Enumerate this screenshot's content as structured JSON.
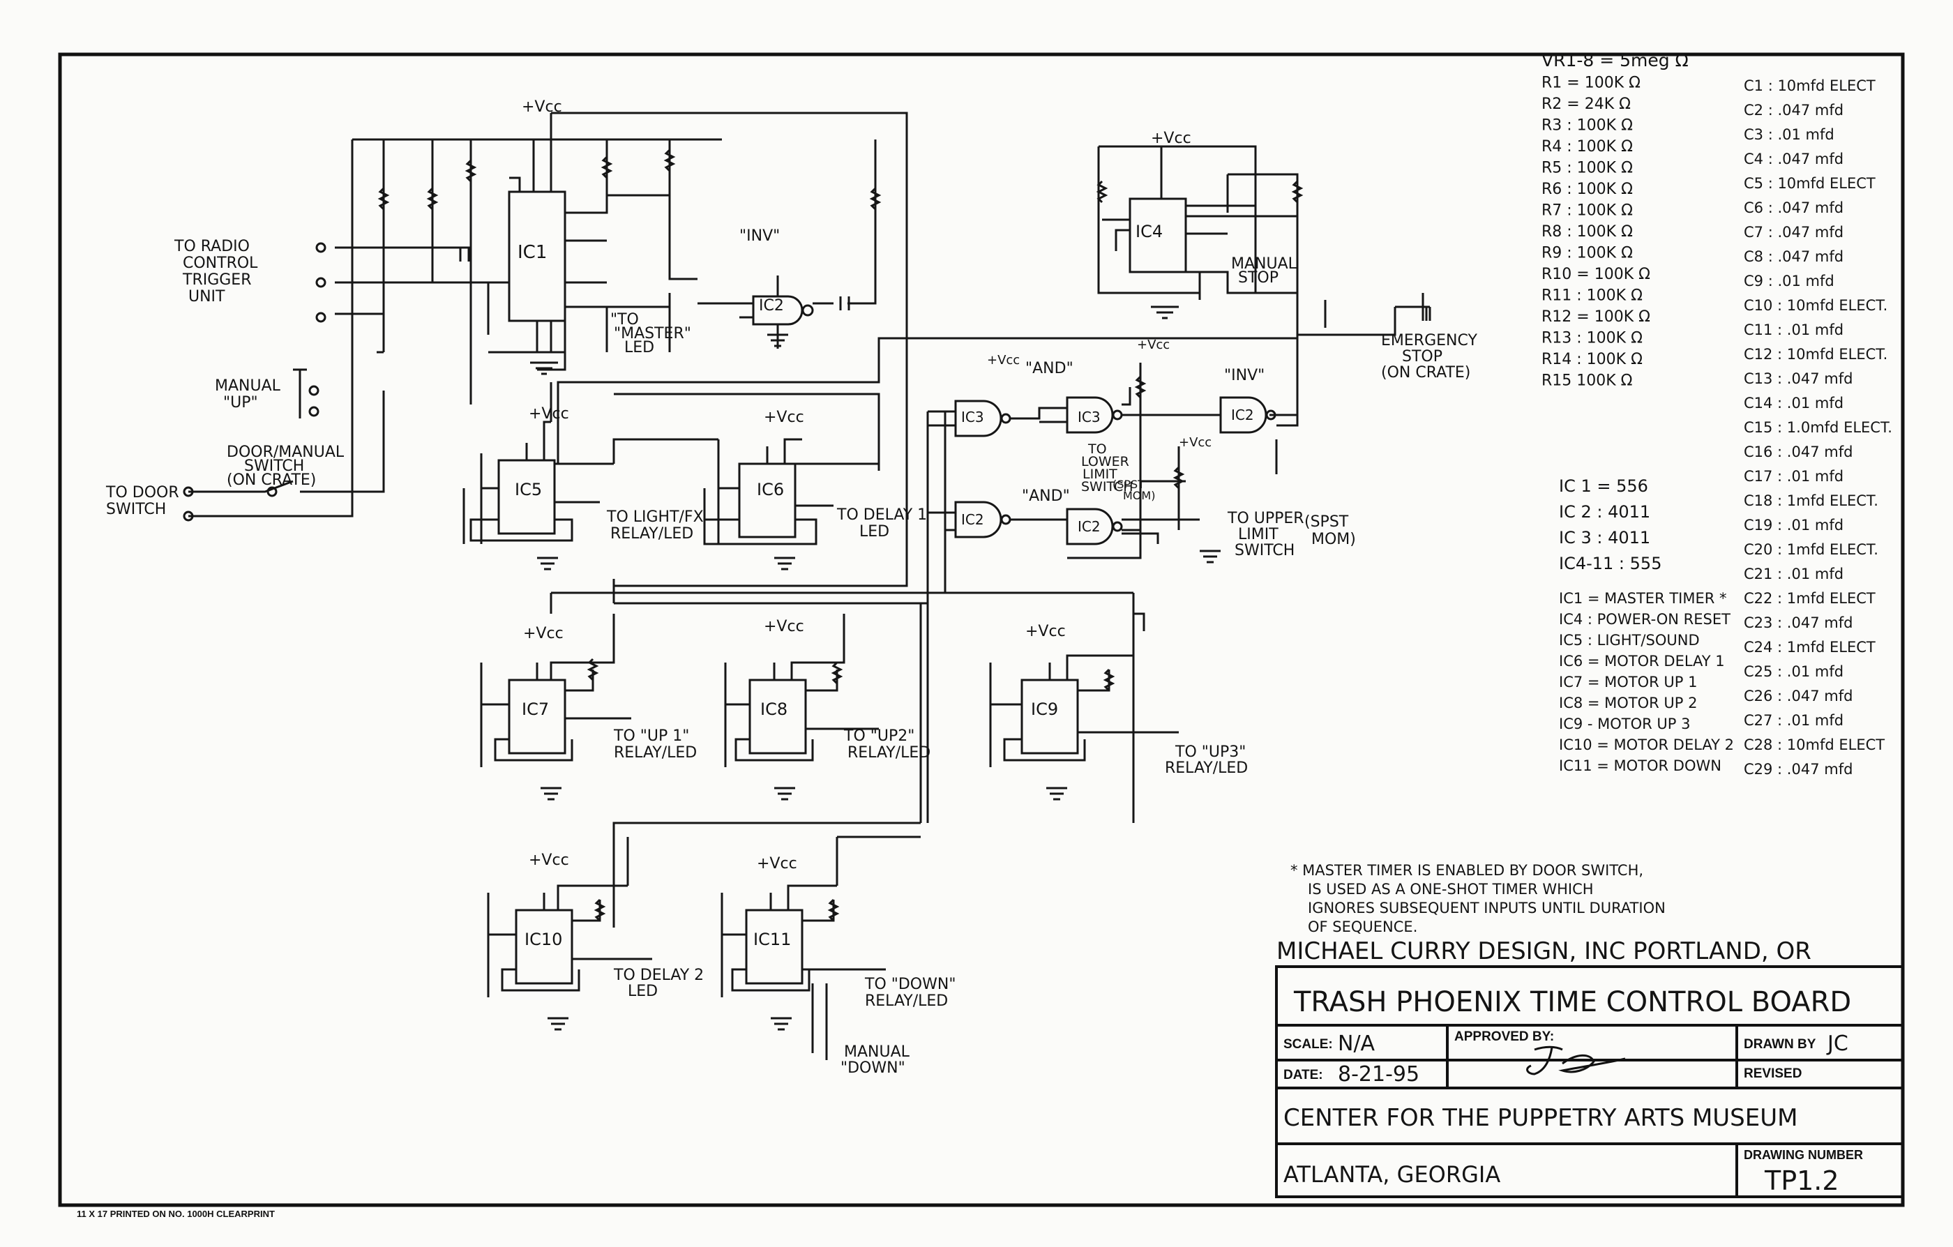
{
  "sheet": {
    "footer": "11 X 17    PRINTED ON NO. 1000H CLEARPRINT"
  },
  "title_block": {
    "company": "MICHAEL CURRY DESIGN, INC   PORTLAND, OR",
    "title": "TRASH PHOENIX TIME CONTROL BOARD",
    "scale_label": "SCALE:",
    "scale_value": "N/A",
    "date_label": "DATE:",
    "date_value": "8-21-95",
    "approved_label": "APPROVED BY:",
    "drawn_label": "DRAWN BY",
    "drawn_value": "JC",
    "revised_label": "REVISED",
    "client": "CENTER FOR THE PUPPETRY ARTS MUSEUM",
    "location": "ATLANTA, GEORGIA",
    "drawing_number_label": "DRAWING NUMBER",
    "drawing_number": "TP1.2"
  },
  "notes": {
    "footnote": [
      "* MASTER TIMER IS ENABLED BY DOOR SWITCH,",
      "IS USED AS A ONE-SHOT TIMER WHICH",
      "IGNORES SUBSEQUENT INPUTS UNTIL DURATION",
      "OF SEQUENCE."
    ]
  },
  "parts_list": {
    "resistors": [
      "VR1-8 = 5meg Ω",
      "R1 = 100K Ω",
      "R2 = 24K Ω",
      "R3 : 100K Ω",
      "R4 : 100K Ω",
      "R5 : 100K Ω",
      "R6 : 100K Ω",
      "R7 : 100K Ω",
      "R8 : 100K Ω",
      "R9 : 100K Ω",
      "R10 = 100K Ω",
      "R11 : 100K Ω",
      "R12 = 100K Ω",
      "R13 : 100K Ω",
      "R14 : 100K Ω",
      "R15  100K Ω"
    ],
    "capacitors": [
      "C1 : 10mfd ELECT",
      "C2 : .047 mfd",
      "C3 : .01 mfd",
      "C4 : .047 mfd",
      "C5 : 10mfd ELECT",
      "C6 : .047 mfd",
      "C7 : .047 mfd",
      "C8 : .047 mfd",
      "C9 : .01 mfd",
      "C10 : 10mfd ELECT.",
      "C11 : .01 mfd",
      "C12 : 10mfd ELECT.",
      "C13 : .047 mfd",
      "C14 : .01 mfd",
      "C15 : 1.0mfd ELECT.",
      "C16 : .047 mfd",
      "C17 : .01 mfd",
      "C18 : 1mfd ELECT.",
      "C19 : .01 mfd",
      "C20 : 1mfd ELECT.",
      "C21 : .01 mfd",
      "C22 : 1mfd ELECT",
      "C23 : .047 mfd",
      "C24 : 1mfd ELECT",
      "C25 : .01 mfd",
      "C26 : .047 mfd",
      "C27 : .01 mfd",
      "C28 : 10mfd ELECT",
      "C29 : .047 mfd"
    ],
    "ics": [
      "IC 1 = 556",
      "IC 2 : 4011",
      "IC 3 : 4011",
      "IC4-11 : 555"
    ],
    "ic_functions": [
      "IC1 = MASTER TIMER *",
      "IC4 : POWER-ON RESET",
      "IC5 : LIGHT/SOUND",
      "IC6 = MOTOR DELAY 1",
      "IC7 = MOTOR UP 1",
      "IC8 = MOTOR UP 2",
      "IC9 - MOTOR UP 3",
      "IC10 = MOTOR DELAY 2",
      "IC11 = MOTOR DOWN"
    ]
  },
  "schematic_labels": {
    "to_radio": [
      "TO RADIO",
      "CONTROL",
      "TRIGGER",
      "UNIT"
    ],
    "manual_up": [
      "MANUAL",
      "\"UP\""
    ],
    "door_manual": [
      "DOOR/MANUAL",
      "SWITCH",
      "(ON CRATE)"
    ],
    "to_door": [
      "TO DOOR",
      "SWITCH"
    ],
    "to_master_led": [
      "\"TO",
      "\"MASTER\"",
      "LED"
    ],
    "inv1": "\"INV\"",
    "inv2": "\"INV\"",
    "and1": "\"AND\"",
    "and2": "\"AND\"",
    "emergency": [
      "EMERGENCY",
      "STOP",
      "(ON CRATE)"
    ],
    "manual_stop": [
      "MANUAL",
      "STOP"
    ],
    "lower_limit": [
      "TO",
      "LOWER",
      "LIMIT",
      "SWITCH",
      "(SPST",
      "MOM)"
    ],
    "upper_limit": [
      "TO UPPER",
      "LIMIT",
      "SWITCH"
    ],
    "spst_mom": [
      "(SPST",
      "MOM)"
    ],
    "light_fx": [
      "TO LIGHT/FX",
      "RELAY/LED"
    ],
    "delay1": [
      "TO DELAY 1",
      "LED"
    ],
    "up1": [
      "TO \"UP 1\"",
      "RELAY/LED"
    ],
    "up2": [
      "TO \"UP2\"",
      "RELAY/LED"
    ],
    "up3": [
      "TO \"UP3\"",
      "RELAY/LED"
    ],
    "delay2": [
      "TO DELAY 2",
      "LED"
    ],
    "down": [
      "TO \"DOWN\"",
      "RELAY/LED"
    ],
    "manual_down": [
      "MANUAL",
      "\"DOWN\""
    ],
    "vcc": "+Vcc",
    "ic1": "IC1",
    "ic2": "IC2",
    "ic3": "IC3",
    "ic4": "IC4",
    "ic5": "IC5",
    "ic6": "IC6",
    "ic7": "IC7",
    "ic8": "IC8",
    "ic9": "IC9",
    "ic10": "IC10",
    "ic11": "IC11"
  }
}
